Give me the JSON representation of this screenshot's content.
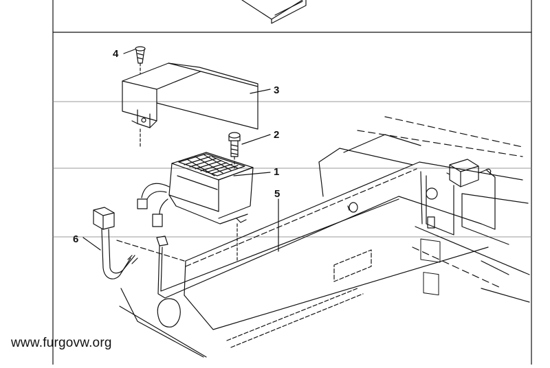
{
  "callouts": {
    "c1": "1",
    "c2": "2",
    "c3": "3",
    "c4": "4",
    "c5": "5",
    "c6": "6"
  },
  "watermark": "www.furgovw.org"
}
